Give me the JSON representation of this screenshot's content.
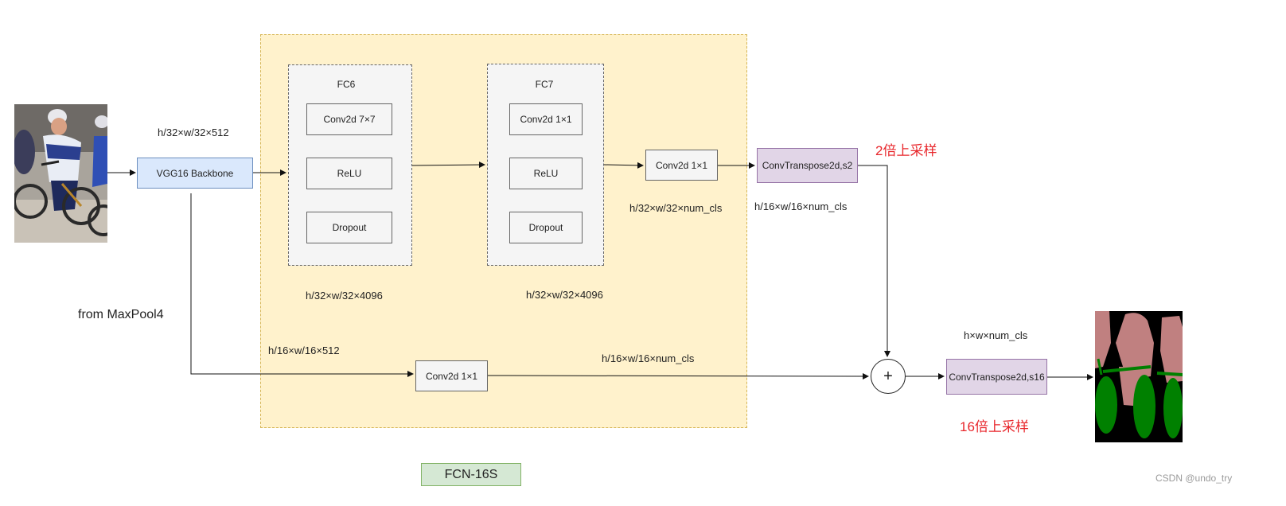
{
  "diagram": {
    "fc6": {
      "title": "FC6",
      "layers": [
        "Conv2d 7×7",
        "ReLU",
        "Dropout"
      ]
    },
    "fc7": {
      "title": "FC7",
      "layers": [
        "Conv2d 1×1",
        "ReLU",
        "Dropout"
      ]
    },
    "backbone_label": "VGG16 Backbone",
    "score_conv_label": "Conv2d 1×1",
    "pool4_conv_label": "Conv2d 1×1",
    "upsample2_label": "ConvTranspose2d,s2",
    "upsample16_label": "ConvTranspose2d,s16",
    "add_symbol": "+",
    "model_name": "FCN-16S",
    "labels": {
      "backbone_out": "h/32×w/32×512",
      "fc6_out": "h/32×w/32×4096",
      "fc7_out": "h/32×w/32×4096",
      "score_out": "h/32×w/32×num_cls",
      "upsample2_out": "h/16×w/16×num_cls",
      "pool4_in": "h/16×w/16×512",
      "pool4_score": "h/16×w/16×num_cls",
      "final_out": "h×w×num_cls",
      "from_pool4": "from MaxPool4",
      "upsample2_note": "2倍上采样",
      "upsample16_note": "16倍上采样"
    },
    "watermark": "CSDN @undo_try",
    "colors": {
      "region_fill": "#fff2cc",
      "backbone_fill": "#dae8fc",
      "transpose_fill": "#e1d5e7",
      "model_tag_fill": "#d5e8d4",
      "note_red": "#e8262b",
      "seg_person": "#c08080",
      "seg_bicycle": "#008000"
    }
  }
}
